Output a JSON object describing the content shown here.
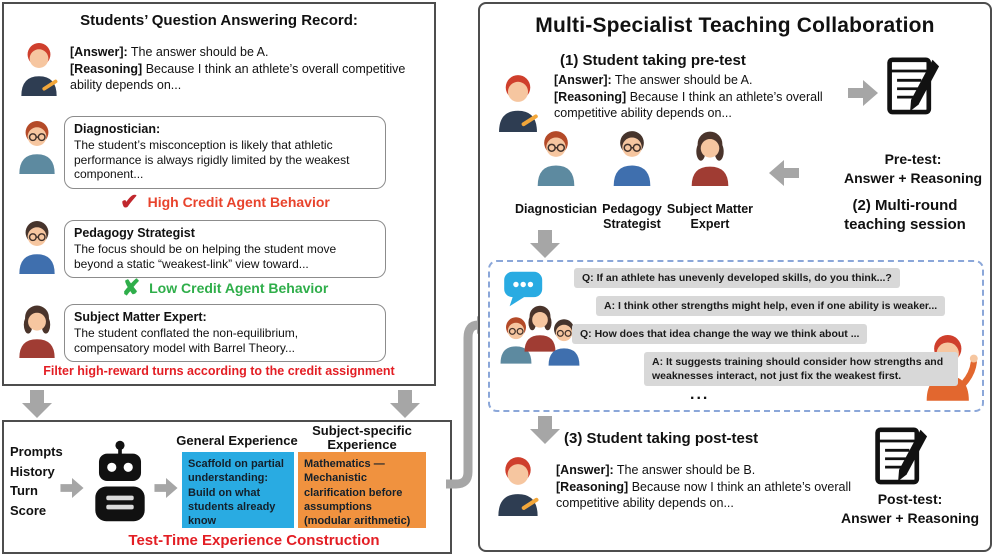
{
  "colors": {
    "red_accent": "#e31e24",
    "high_credit_red": "#e8432c",
    "green_accent": "#2fae4a",
    "general_box_blue": "#29abe2",
    "subject_box_orange": "#f0923f",
    "arrow_gray": "#a6a6a6",
    "dashed_border_blue": "#8ba7d9"
  },
  "qa_record": {
    "title": "Students’ Question Answering Record:",
    "answer": {
      "answer_label": "[Answer]:",
      "answer_text": " The answer should be A.",
      "reasoning_label": "[Reasoning]",
      "reasoning_text": " Because I think an athlete’s overall competitive ability depends on..."
    },
    "diagnostician": {
      "title": "Diagnostician:",
      "text": "The student’s misconception is likely that athletic performance is always rigidly limited by the weakest component..."
    },
    "check_glyph": "✔",
    "high_credit_label": "High Credit Agent Behavior",
    "pedagogy": {
      "title": "Pedagogy Strategist",
      "text": "The focus should be on helping the student move beyond a static “weakest-link” view toward..."
    },
    "cross_glyph": "✘",
    "low_credit_label": "Low Credit Agent Behavior",
    "subject_expert": {
      "title": "Subject Matter Expert:",
      "text": "The student conflated the non-equilibrium, compensatory model with Barrel Theory..."
    },
    "filter_note": "Filter high-reward turns according to the credit assignment"
  },
  "experience": {
    "inputs": [
      "Prompts",
      "History",
      "Turn",
      "Score"
    ],
    "general_title": "General Experience",
    "general_text": "Scaffold on partial understanding: Build on what students already know",
    "subject_title": "Subject-specific Experience",
    "subject_text": "Mathematics — Mechanistic clarification before assumptions (modular arithmetic)",
    "caption": "Test-Time Experience Construction"
  },
  "collaboration": {
    "title": "Multi-Specialist Teaching Collaboration",
    "step1": {
      "heading": "(1) Student taking pre-test",
      "answer_label": "[Answer]:",
      "answer_text": " The answer should be A.",
      "reasoning_label": "[Reasoning]",
      "reasoning_text": " Because I think an athlete’s overall competitive ability depends on...",
      "result_line1": "Pre-test:",
      "result_line2": "Answer + Reasoning"
    },
    "specialists": [
      {
        "name": "Diagnostician"
      },
      {
        "name": "Pedagogy Strategist"
      },
      {
        "name": "Subject Matter Expert"
      }
    ],
    "step2": {
      "heading_line1": "(2) Multi-round",
      "heading_line2": "teaching session",
      "dialogue": [
        {
          "label": "Q:",
          "text": " If an athlete has unevenly developed skills, do you think...?"
        },
        {
          "label": "A:",
          "text": " I think other strengths might help, even if one ability is weaker..."
        },
        {
          "label": "Q:",
          "text": " How does that idea change the way we think about ..."
        },
        {
          "label": "A:",
          "text": " It suggests training should consider how strengths and weaknesses interact, not just fix the weakest first."
        }
      ],
      "ellipsis": "..."
    },
    "step3": {
      "heading": "(3) Student taking post-test",
      "answer_label": "[Answer]:",
      "answer_text": " The answer should be B.",
      "reasoning_label": "[Reasoning]",
      "reasoning_text": " Because now I think an athlete’s overall competitive ability depends on...",
      "result_line1": "Post-test:",
      "result_line2": "Answer + Reasoning"
    }
  }
}
